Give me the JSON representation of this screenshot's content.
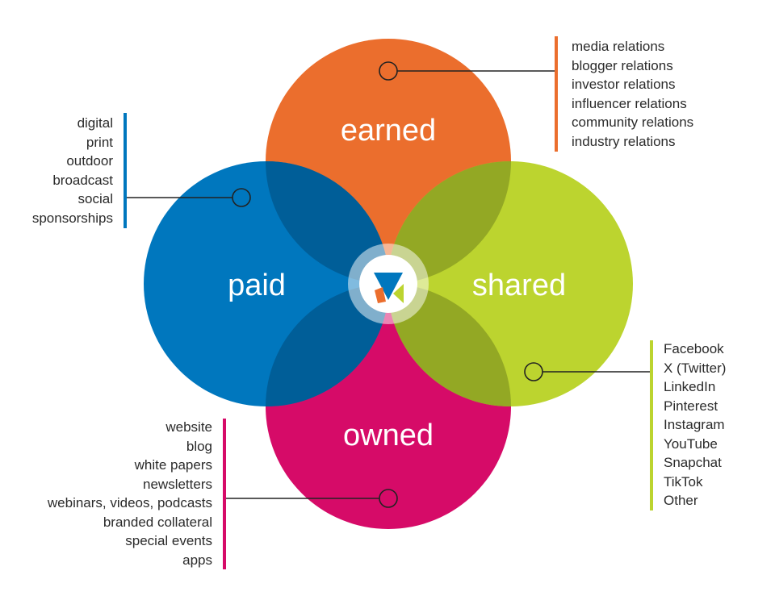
{
  "circles": {
    "earned": {
      "label": "earned",
      "color": "#EB6E2D"
    },
    "paid": {
      "label": "paid",
      "color": "#0077BE"
    },
    "shared": {
      "label": "shared",
      "color": "#BCD42F"
    },
    "owned": {
      "label": "owned",
      "color": "#D60B68"
    }
  },
  "lists": {
    "earned": {
      "color": "#EB6E2D",
      "items": [
        "media relations",
        "blogger relations",
        "investor relations",
        "influencer relations",
        "community relations",
        "industry relations"
      ]
    },
    "paid": {
      "color": "#0077BE",
      "items": [
        "digital",
        "print",
        "outdoor",
        "broadcast",
        "social",
        "sponsorships"
      ]
    },
    "shared": {
      "color": "#BCD42F",
      "items": [
        "Facebook",
        "X (Twitter)",
        "LinkedIn",
        "Pinterest",
        "Instagram",
        "YouTube",
        "Snapchat",
        "TikTok",
        "Other"
      ]
    },
    "owned": {
      "color": "#D60B68",
      "items": [
        "website",
        "blog",
        "white papers",
        "newsletters",
        "webinars, videos, podcasts",
        "branded collateral",
        "special events",
        "apps"
      ]
    }
  },
  "center_logo": {
    "icon": "v-logo-icon",
    "colors": [
      "#0077BE",
      "#EB6E2D",
      "#BCD42F"
    ]
  }
}
